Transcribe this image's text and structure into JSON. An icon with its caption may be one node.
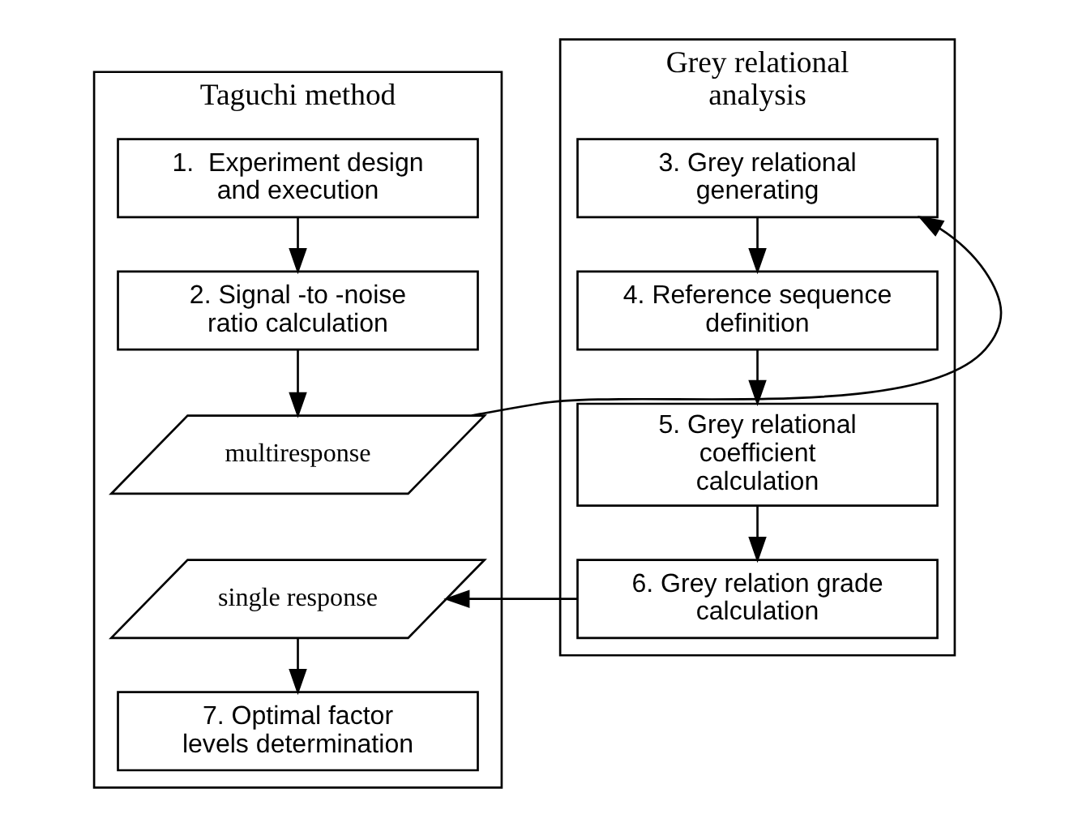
{
  "diagram": {
    "nodes": [
      {
        "text": [
          "Taguchi method"
        ]
      },
      {
        "text": [
          "1.  Experiment design and execution"
        ],
        "in": 0
      },
      {
        "text": [
          "2. Signal -to -noise ratio calculation"
        ],
        "in": 0
      },
      {
        "text": [
          "multiresponse"
        ],
        "in": 0
      },
      {
        "text": [
          "single response"
        ],
        "in": 0
      },
      {
        "text": [
          "7. Optimal factor levels determination"
        ],
        "in": 0
      },
      {
        "text": [
          "Grey relational analysis"
        ]
      },
      {
        "text": [
          "3. Grey relational generating"
        ],
        "in": 6
      },
      {
        "text": [
          "4. Reference sequence definition"
        ],
        "in": 6
      },
      {
        "text": [
          "5. Grey relational coefficient calculation"
        ],
        "in": 6
      },
      {
        "text": [
          "6. Grey relation grade calculation"
        ],
        "in": 6
      }
    ],
    "edges": [
      {
        "from": 1,
        "to": 2,
        "arrow": "to"
      },
      {
        "from": 2,
        "to": 3,
        "arrow": "to"
      },
      {
        "from": 3,
        "to": 7,
        "arrow": "to"
      },
      {
        "from": 7,
        "to": 8,
        "arrow": "to"
      },
      {
        "from": 8,
        "to": 9,
        "arrow": "to"
      },
      {
        "from": 9,
        "to": 10,
        "arrow": "to"
      },
      {
        "from": 10,
        "to": 4,
        "arrow": "to"
      },
      {
        "from": 4,
        "to": 5,
        "arrow": "to"
      }
    ]
  }
}
